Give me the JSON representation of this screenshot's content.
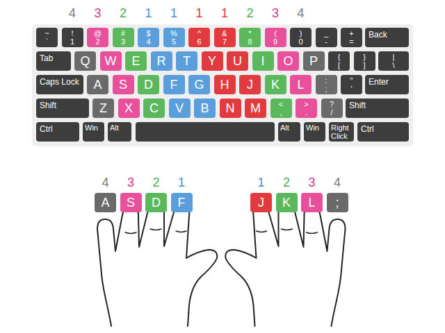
{
  "diagram": {
    "nodes": [
      {
        "text": [
          "~",
          "`"
        ]
      },
      {
        "text": [
          "!",
          "1"
        ]
      },
      {
        "text": [
          "@",
          "2"
        ]
      },
      {
        "text": [
          "#",
          "3"
        ]
      },
      {
        "text": [
          "$",
          "4"
        ]
      },
      {
        "text": [
          "%",
          "5"
        ]
      },
      {
        "text": [
          "^",
          "6"
        ]
      },
      {
        "text": [
          "&",
          "7"
        ]
      },
      {
        "text": [
          "*",
          "8"
        ]
      },
      {
        "text": [
          "(",
          "9"
        ]
      },
      {
        "text": [
          ")",
          "0"
        ]
      },
      {
        "text": [
          "_",
          "-"
        ]
      },
      {
        "text": [
          "+",
          "="
        ]
      },
      {
        "text": [
          "Back"
        ]
      },
      {
        "text": [
          "Tab"
        ]
      },
      {
        "text": [
          "Q"
        ]
      },
      {
        "text": [
          "W"
        ]
      },
      {
        "text": [
          "E"
        ]
      },
      {
        "text": [
          "R"
        ]
      },
      {
        "text": [
          "T"
        ]
      },
      {
        "text": [
          "Y"
        ]
      },
      {
        "text": [
          "U"
        ]
      },
      {
        "text": [
          "I"
        ]
      },
      {
        "text": [
          "O"
        ]
      },
      {
        "text": [
          "P"
        ]
      },
      {
        "text": [
          "{",
          "["
        ]
      },
      {
        "text": [
          "}",
          "]"
        ]
      },
      {
        "text": [
          "|",
          "\\"
        ]
      },
      {
        "text": [
          "Caps Lock"
        ]
      },
      {
        "text": [
          "A"
        ]
      },
      {
        "text": [
          "S"
        ]
      },
      {
        "text": [
          "D"
        ]
      },
      {
        "text": [
          "F"
        ]
      },
      {
        "text": [
          "G"
        ]
      },
      {
        "text": [
          "H"
        ]
      },
      {
        "text": [
          "J"
        ]
      },
      {
        "text": [
          "K"
        ]
      },
      {
        "text": [
          "L"
        ]
      },
      {
        "text": [
          ":",
          ";"
        ]
      },
      {
        "text": [
          "\"",
          "'"
        ]
      },
      {
        "text": [
          "Enter"
        ]
      },
      {
        "text": [
          "Shift"
        ]
      },
      {
        "text": [
          "Z"
        ]
      },
      {
        "text": [
          "X"
        ]
      },
      {
        "text": [
          "C"
        ]
      },
      {
        "text": [
          "V"
        ]
      },
      {
        "text": [
          "B"
        ]
      },
      {
        "text": [
          "N"
        ]
      },
      {
        "text": [
          "M"
        ]
      },
      {
        "text": [
          "<",
          ","
        ]
      },
      {
        "text": [
          ">",
          "."
        ]
      },
      {
        "text": [
          "?",
          "/"
        ]
      },
      {
        "text": [
          "Shift"
        ]
      },
      {
        "text": [
          "Ctrl"
        ]
      },
      {
        "text": [
          "Win"
        ]
      },
      {
        "text": [
          "Alt"
        ]
      },
      {
        "text": [
          "Alt"
        ]
      },
      {
        "text": [
          "Win"
        ]
      },
      {
        "text": [
          "Right Click"
        ]
      },
      {
        "text": [
          "Ctrl"
        ]
      },
      {
        "text": [
          "A"
        ]
      },
      {
        "text": [
          "S"
        ]
      },
      {
        "text": [
          "D"
        ]
      },
      {
        "text": [
          "F"
        ]
      },
      {
        "text": [
          "J"
        ]
      },
      {
        "text": [
          "K"
        ]
      },
      {
        "text": [
          "L"
        ]
      },
      {
        "text": [
          ";"
        ]
      }
    ],
    "labels": [
      "4",
      "3",
      "2",
      "1",
      "1",
      "1",
      "1",
      "2",
      "3",
      "4",
      "4",
      "3",
      "2",
      "1",
      "1",
      "2",
      "3",
      "4"
    ]
  }
}
